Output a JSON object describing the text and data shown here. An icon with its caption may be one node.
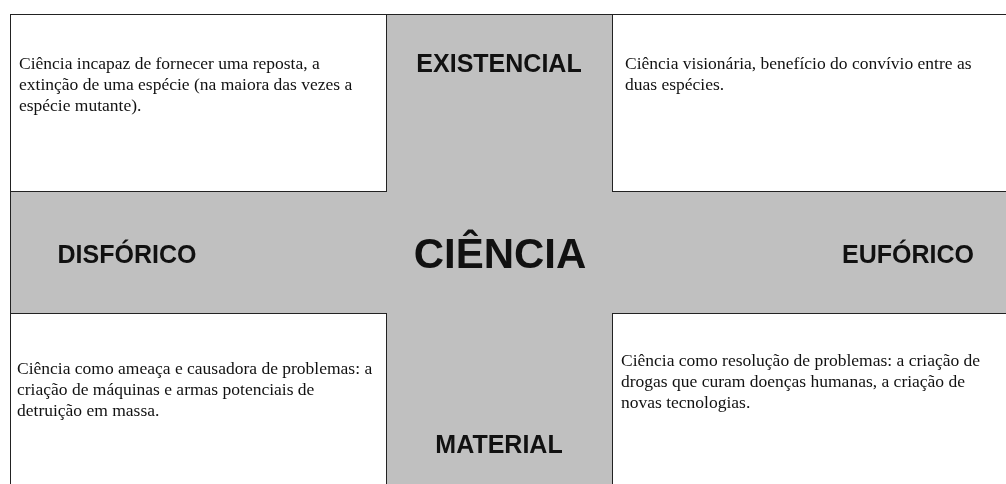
{
  "diagram": {
    "nodes": [
      {
        "text": [
          "Ciência incapaz de fornecer uma reposta, a extinção de uma espécie (na maiora das vezes a espécie mutante)."
        ]
      },
      {
        "text": [
          "Ciência visionária, benefício do convívio entre as duas espécies."
        ]
      },
      {
        "text": [
          "Ciência como ameaça e causadora de problemas: a criação de máquinas e armas potenciais de detruição em massa."
        ]
      },
      {
        "text": [
          "Ciência como resolução de problemas: a criação de drogas que curam doenças humanas, a criação de novas tecnologias."
        ]
      }
    ],
    "labels": [
      "EXISTENCIAL",
      "DISFÓRICO",
      "CIÊNCIA",
      "EUFÓRICO",
      "MATERIAL"
    ]
  }
}
